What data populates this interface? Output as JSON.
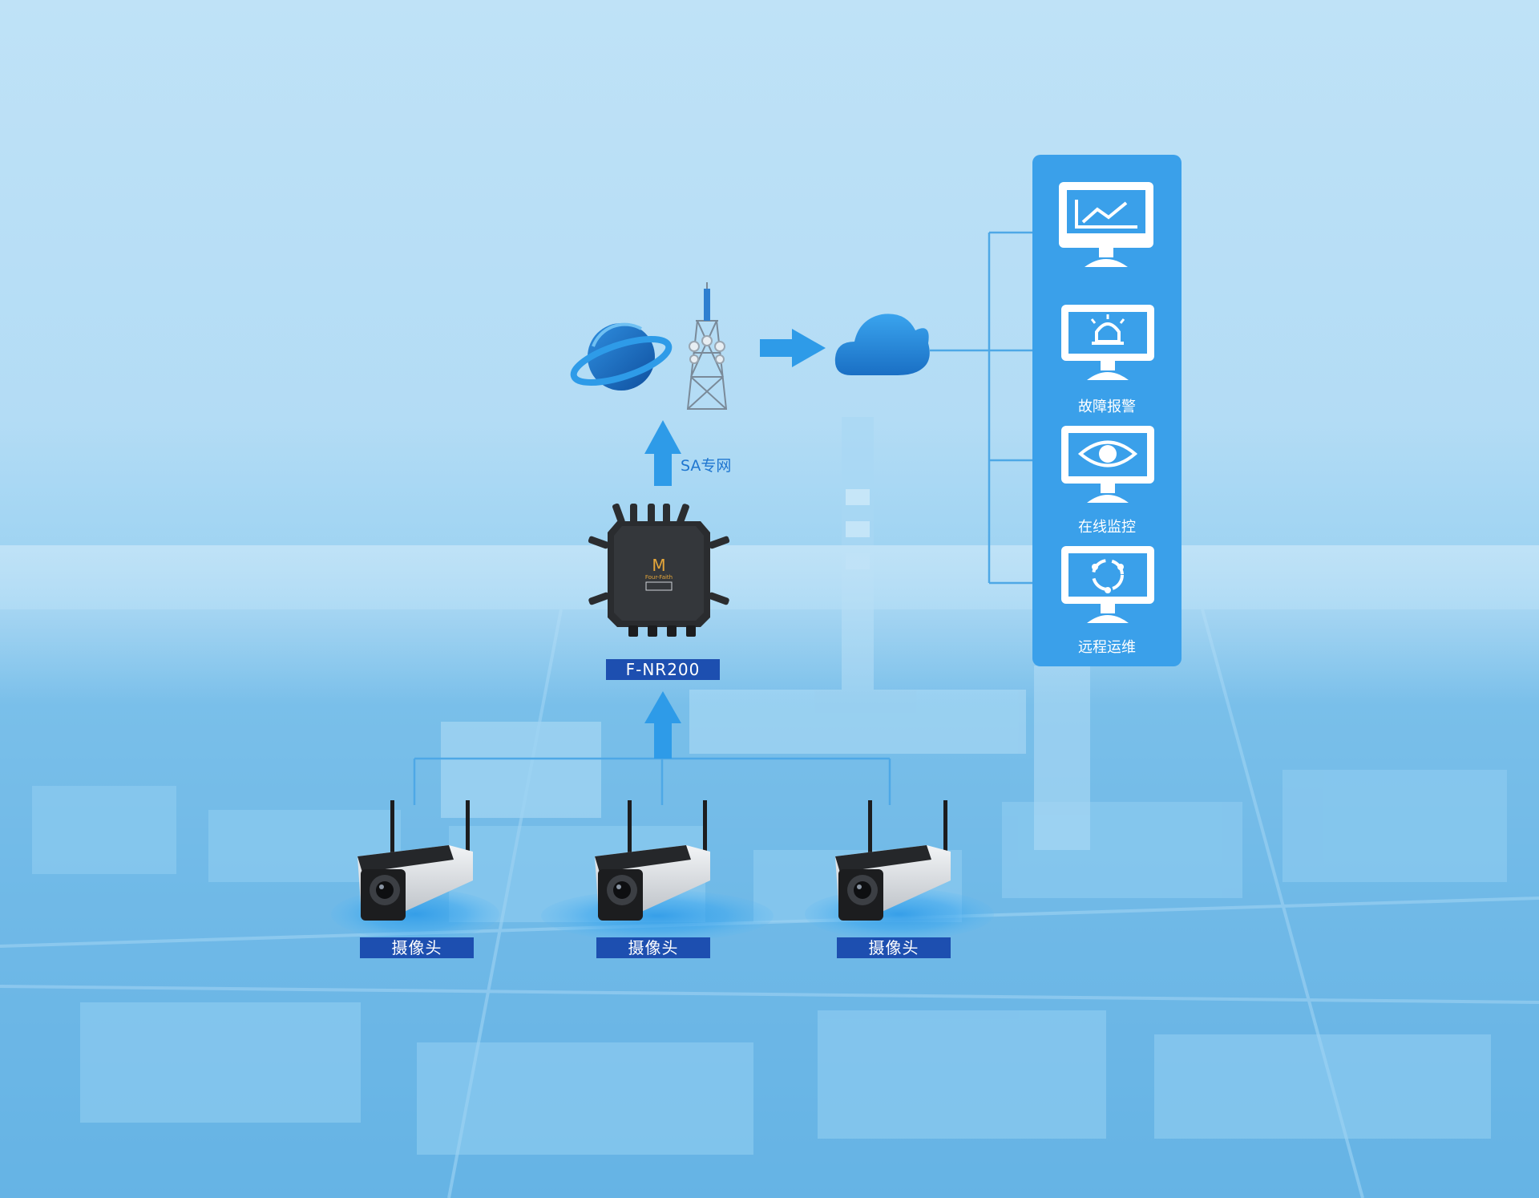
{
  "router": {
    "model": "F-NR200",
    "logo_text": "Four-Faith"
  },
  "link": {
    "label": "SA专网"
  },
  "cameras": [
    {
      "label": "摄像头"
    },
    {
      "label": "摄像头"
    },
    {
      "label": "摄像头"
    }
  ],
  "platform": {
    "items": [
      {
        "label": "",
        "icon": "chart-monitor-icon"
      },
      {
        "label": "故障报警",
        "icon": "alarm-monitor-icon"
      },
      {
        "label": "在线监控",
        "icon": "eye-monitor-icon"
      },
      {
        "label": "远程运维",
        "icon": "maintenance-monitor-icon"
      }
    ]
  },
  "colors": {
    "accent": "#2e9be8",
    "label_box": "#1d4fb0",
    "panel": "#3aa0ea",
    "line": "#4ea8e6"
  }
}
